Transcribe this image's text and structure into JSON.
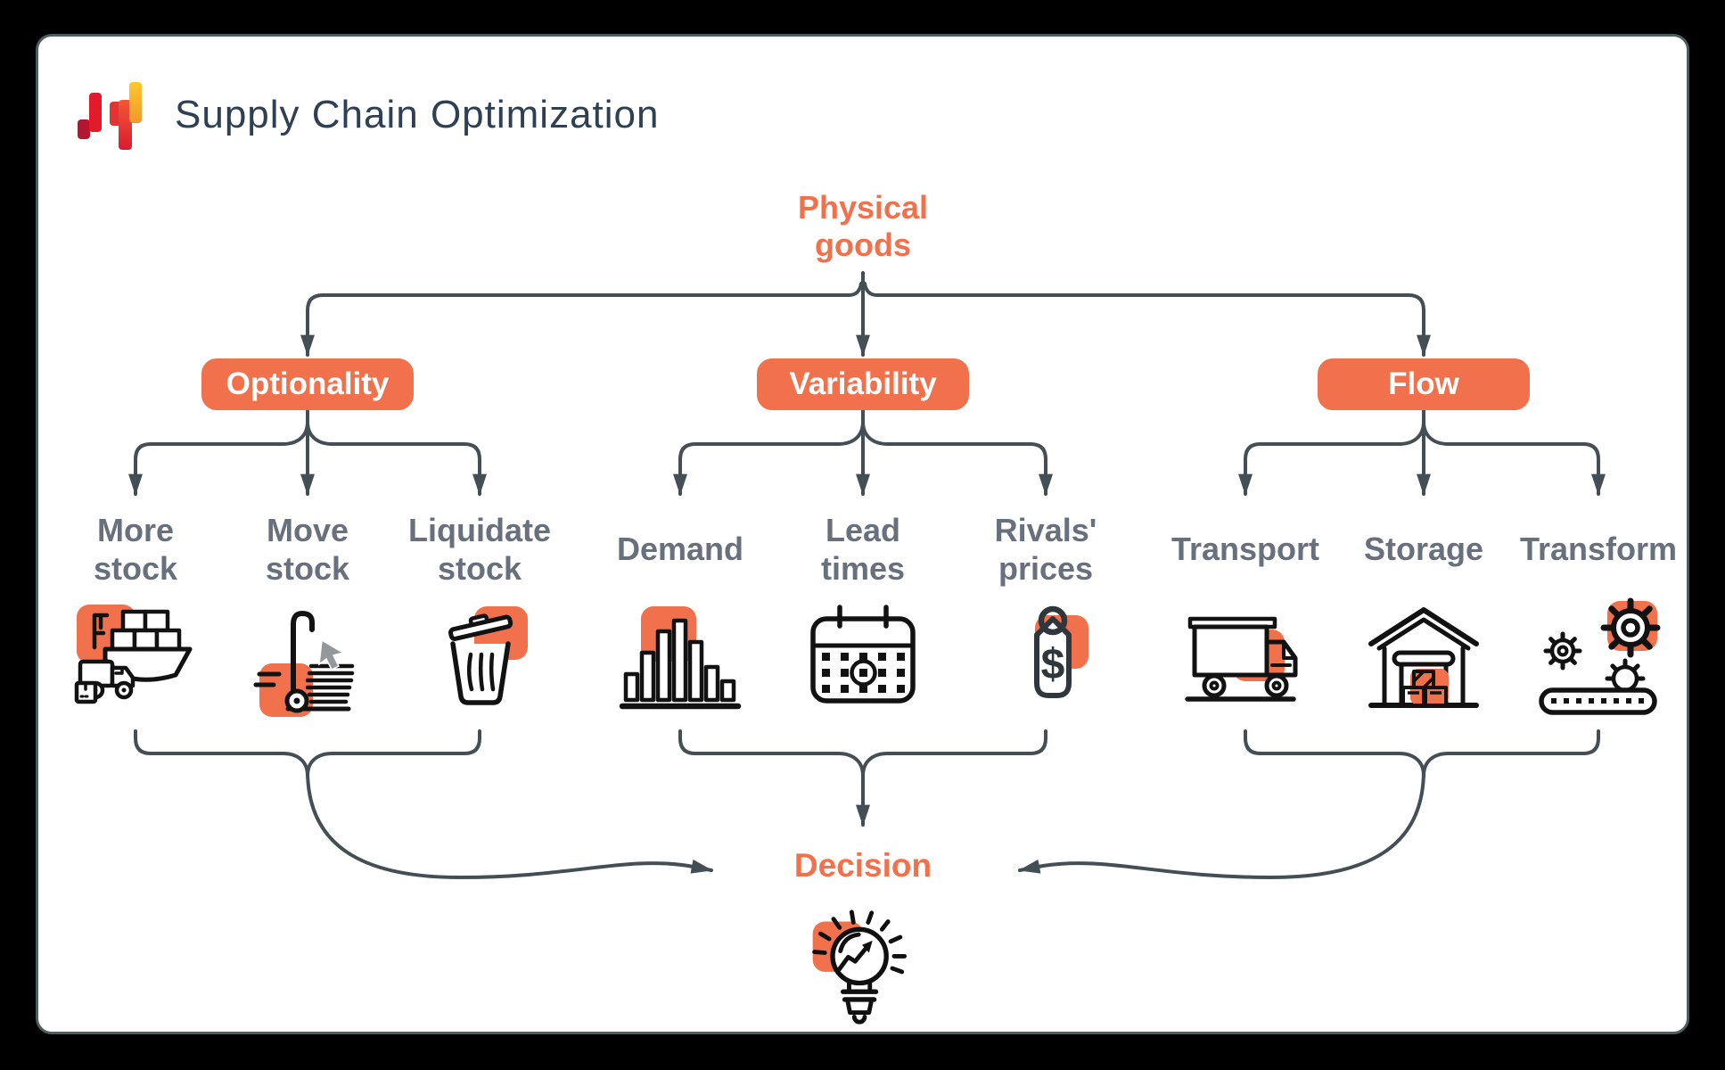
{
  "header": {
    "title": "Supply Chain Optimization"
  },
  "colors": {
    "accent_orange": "#F1714C",
    "connector": "#434E55",
    "label_gray": "#67707C",
    "title_navy": "#2E4054",
    "background": "#000000",
    "card": "#FFFFFF"
  },
  "diagram": {
    "root": {
      "label": "Physical\ngoods"
    },
    "groups": [
      {
        "label": "Optionality",
        "children": [
          {
            "label": "More\nstock",
            "icon": "cargo-ship-icon"
          },
          {
            "label": "Move\nstock",
            "icon": "hand-truck-icon"
          },
          {
            "label": "Liquidate\nstock",
            "icon": "trash-can-icon"
          }
        ]
      },
      {
        "label": "Variability",
        "children": [
          {
            "label": "Demand",
            "icon": "bar-chart-icon"
          },
          {
            "label": "Lead\ntimes",
            "icon": "calendar-icon"
          },
          {
            "label": "Rivals'\nprices",
            "icon": "price-tag-icon"
          }
        ]
      },
      {
        "label": "Flow",
        "children": [
          {
            "label": "Transport",
            "icon": "delivery-truck-icon"
          },
          {
            "label": "Storage",
            "icon": "warehouse-icon"
          },
          {
            "label": "Transform",
            "icon": "gears-conveyor-icon"
          }
        ]
      }
    ],
    "sink": {
      "label": "Decision",
      "icon": "lightbulb-icon"
    },
    "tag_dollar": "$"
  }
}
